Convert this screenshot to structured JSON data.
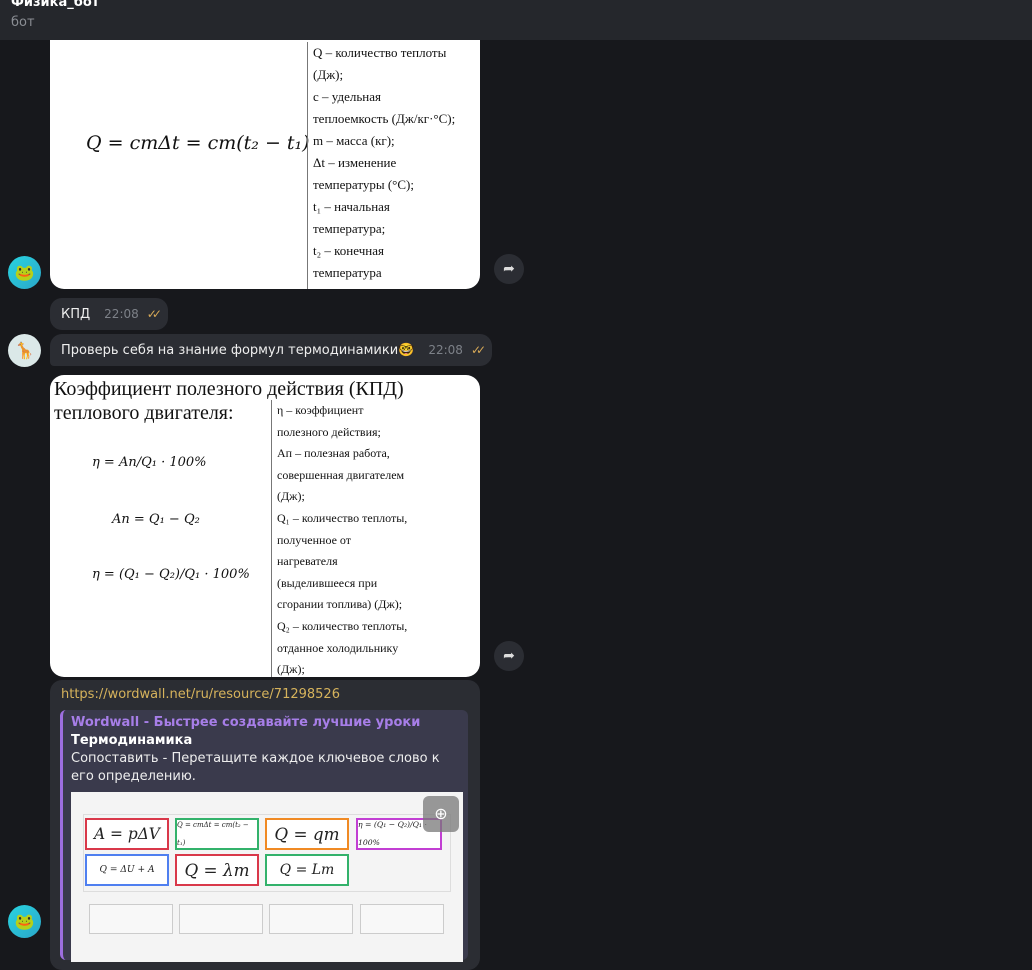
{
  "header": {
    "title": "Физика_бот",
    "subtitle": "бот"
  },
  "msg1": {
    "formula": "Q = cmΔt = cm(t₂ − t₁)",
    "definitions": [
      "Q – количество теплоты",
      "(Дж);",
      "c – удельная",
      "теплоемкость (Дж/кг·°C);",
      "m – масса (кг);",
      "Δt – изменение",
      "температуры (°C);",
      "t₁ – начальная",
      "температура;",
      "t₂ – конечная",
      "температура"
    ]
  },
  "msg2": {
    "text": "КПД",
    "time": "22:08"
  },
  "msg3": {
    "text": "Проверь себя на знание формул термодинамики🤓",
    "time": "22:08"
  },
  "msg4": {
    "heading": "Коэффициент полезного действия (КПД) теплового двигателя:",
    "formulas": [
      "η = Aп/Q₁ · 100%",
      "Aп = Q₁ − Q₂",
      "η = (Q₁ − Q₂)/Q₁ · 100%"
    ],
    "definitions": [
      "η – коэффициент",
      "полезного действия;",
      "Aп – полезная работа,",
      "совершенная двигателем",
      "(Дж);",
      "Q₁ – количество теплоты,",
      "полученное от",
      "нагревателя",
      "(выделившееся при",
      "сгорании топлива) (Дж);",
      "Q₂ – количество теплоты,",
      "отданное холодильнику",
      "(Дж);"
    ]
  },
  "msg5": {
    "url": "https://wordwall.net/ru/resource/71298526",
    "site": "Wordwall - Быстрее создавайте лучшие уроки",
    "title": "Термодинамика",
    "description": "Сопоставить - Перетащите каждое ключевое слово к его определению.",
    "cards": [
      {
        "text": "A = pΔV",
        "color": "#d9384a"
      },
      {
        "text": "Q = cmΔt = cm(t₂ − t₁)",
        "color": "#33b26b"
      },
      {
        "text": "Q = qm",
        "color": "#f08a24"
      },
      {
        "text": "η = (Q₁ − Q₂)/Q₁ · 100%",
        "color": "#c23fd3"
      },
      {
        "text": "Q = ΔU + A",
        "color": "#4f7ff0"
      },
      {
        "text": "Q = λm",
        "color": "#d9384a"
      },
      {
        "text": "Q = Lm",
        "color": "#33b26b"
      }
    ]
  },
  "icons": {
    "forward": "forward-icon",
    "zoom": "zoom-in-icon",
    "read": "double-check-icon"
  }
}
